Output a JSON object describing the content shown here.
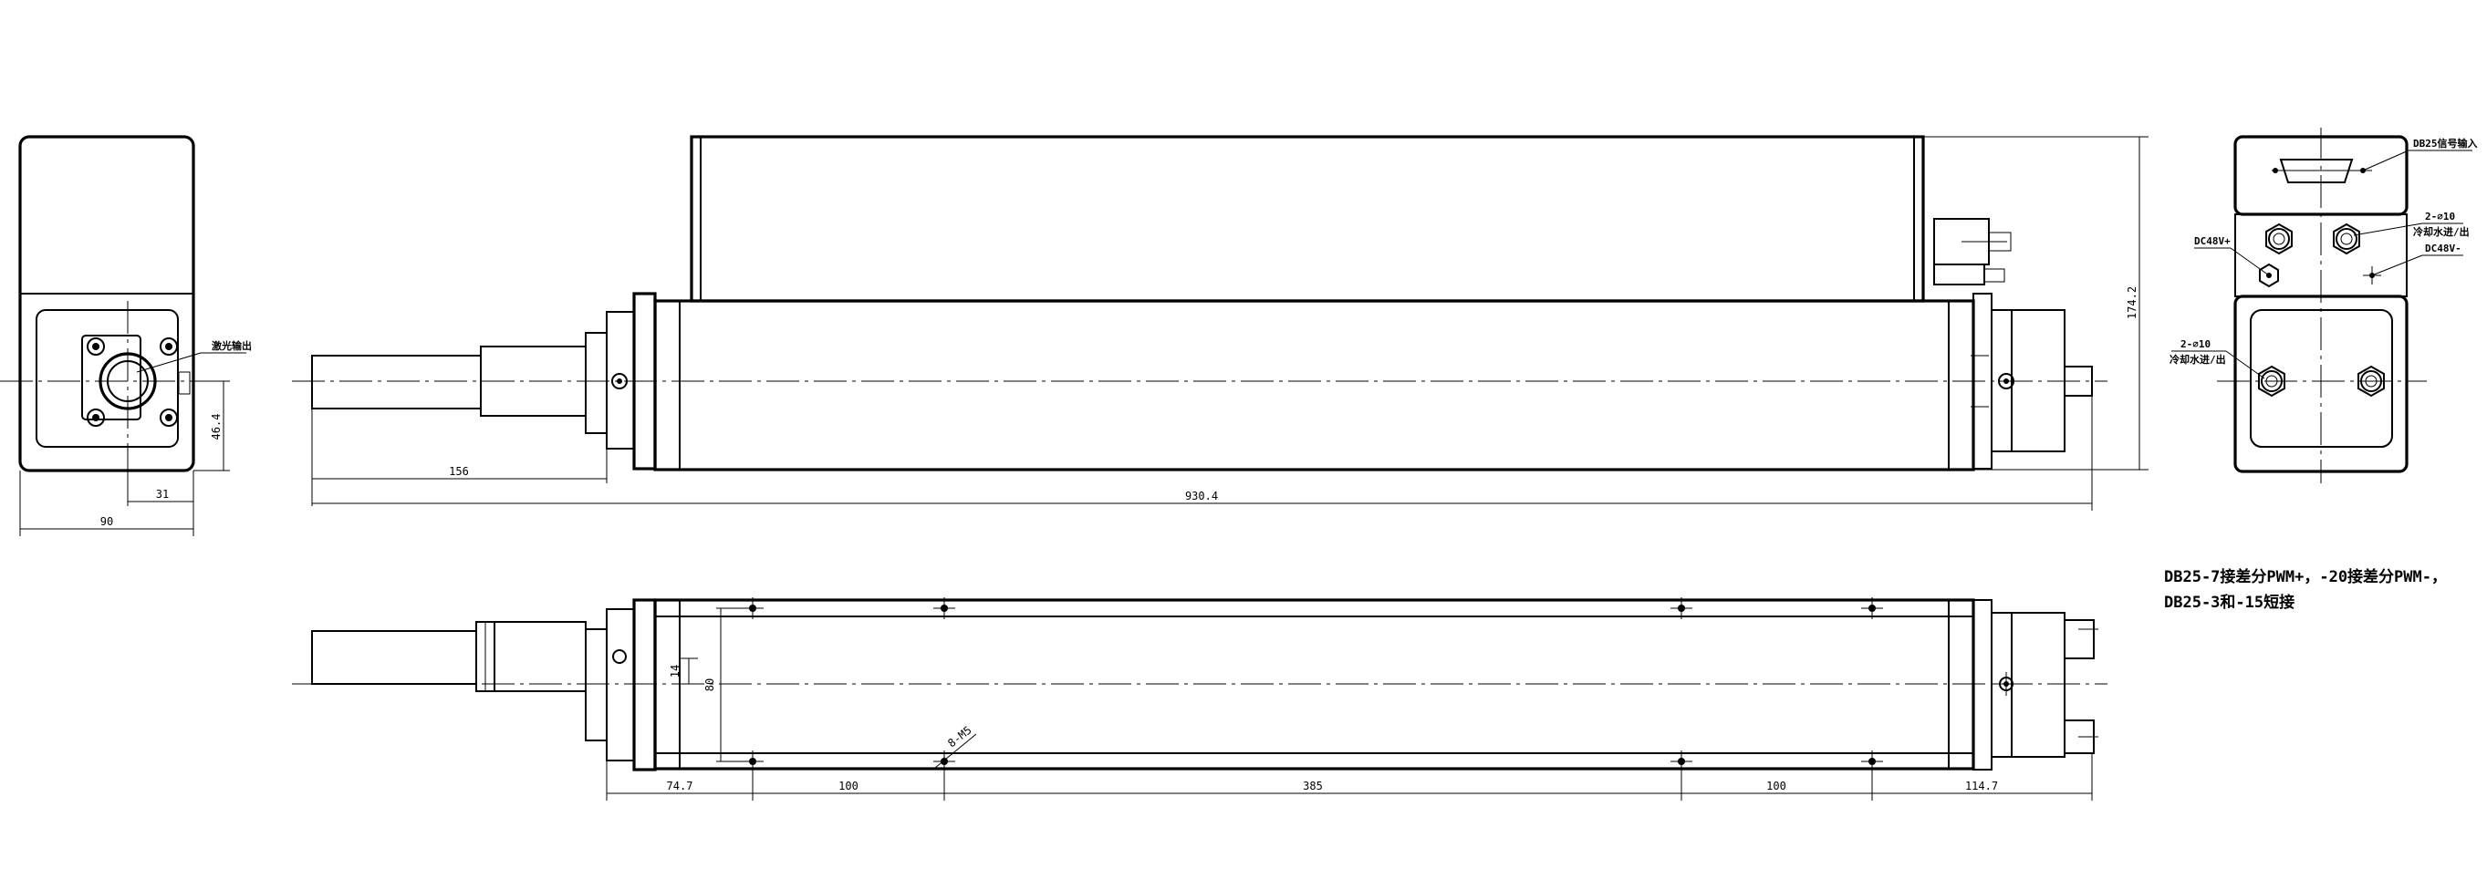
{
  "dimensions": {
    "end_width": "90",
    "end_offset": "31",
    "end_height": "46.4",
    "shaft_length": "156",
    "total_length": "930.4",
    "total_height": "174.2",
    "top_offset": "14",
    "top_width": "80",
    "top_seg1": "74.7",
    "top_seg2": "100",
    "top_seg3": "385",
    "top_seg4": "100",
    "top_seg5": "114.7",
    "hole_spec": "8-M5"
  },
  "labels": {
    "laser_output": "激光输出",
    "db25_input": "DB25信号输入",
    "dc48_plus": "DC48V+",
    "dc48_minus": "DC48V-",
    "cooling_spec_right": "2-⌀10",
    "cooling_text_right": "冷却水进/出",
    "cooling_spec_left": "2-⌀10",
    "cooling_text_left": "冷却水进/出"
  },
  "notes": {
    "line1": "DB25-7接差分PWM+，-20接差分PWM-，",
    "line2": "DB25-3和-15短接"
  }
}
